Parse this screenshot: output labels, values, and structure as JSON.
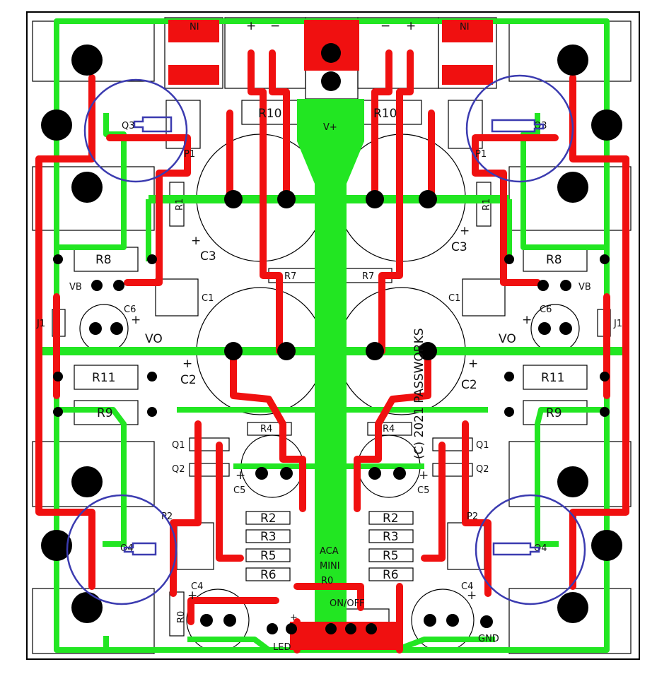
{
  "colors": {
    "red_trace": "#f01010",
    "green_trace": "#22e622",
    "pad": "#000000",
    "outline": "#000000",
    "annotation_circle": "#3b3bb0",
    "background": "#ffffff"
  },
  "icons": {
    "arrow": "arrow-icon",
    "circle": "circle-icon"
  },
  "labels": {
    "ni_left": "NI",
    "ni_right": "NI",
    "plus_left": "+",
    "minus_left": "−",
    "minus_right": "−",
    "plus_right": "+",
    "r10_left": "R10",
    "r10_right": "R10",
    "vplus": "V+",
    "q3_left": "Q3",
    "q3_right": "Q3",
    "p1_left": "P1",
    "p1_right": "P1",
    "r1_left": "R1",
    "r1_right": "R1",
    "c3_left": "C3",
    "c3_right": "C3",
    "r8_left": "R8",
    "r8_right": "R8",
    "vb_left": "VB",
    "vb_right": "VB",
    "r7_left": "R7",
    "r7_right": "R7",
    "c1_left": "C1",
    "c1_right": "C1",
    "j1_left": "J1",
    "j1_right": "J1",
    "c6_left": "C6",
    "c6_right": "C6",
    "vo_left": "VO",
    "vo_right": "VO",
    "r11_left": "R11",
    "r11_right": "R11",
    "c2_left": "C2",
    "c2_right": "C2",
    "r9_left": "R9",
    "r9_right": "R9",
    "passworks": "(C) 2021 PASSWORKS",
    "r4_left": "R4",
    "r4_right": "R4",
    "q1_left": "Q1",
    "q1_right": "Q1",
    "q2_left": "Q2",
    "q2_right": "Q2",
    "c5_left": "C5",
    "c5_right": "C5",
    "r2_left": "R2",
    "r2_right": "R2",
    "r3_left": "R3",
    "r3_right": "R3",
    "r5_left": "R5",
    "r5_right": "R5",
    "r6_left": "R6",
    "r6_right": "R6",
    "aca": "ACA",
    "mini": "MINI",
    "r0_center": "R0",
    "r0_left": "R0",
    "p2_left": "P2",
    "p2_right": "P2",
    "q4_left": "Q4",
    "q4_right": "Q4",
    "c4_left": "C4",
    "c4_right": "C4",
    "led": "LED",
    "onoff": "ON/OFF",
    "gnd": "GND",
    "plus_c3_left": "+",
    "plus_c3_right": "+",
    "plus_c2_left": "+",
    "plus_c2_right": "+",
    "plus_c6_left": "+",
    "plus_c6_right": "+",
    "plus_c5_left": "+",
    "plus_c5_right": "+",
    "plus_c4_left": "+",
    "plus_c4_right": "+",
    "plus_led": "+"
  }
}
